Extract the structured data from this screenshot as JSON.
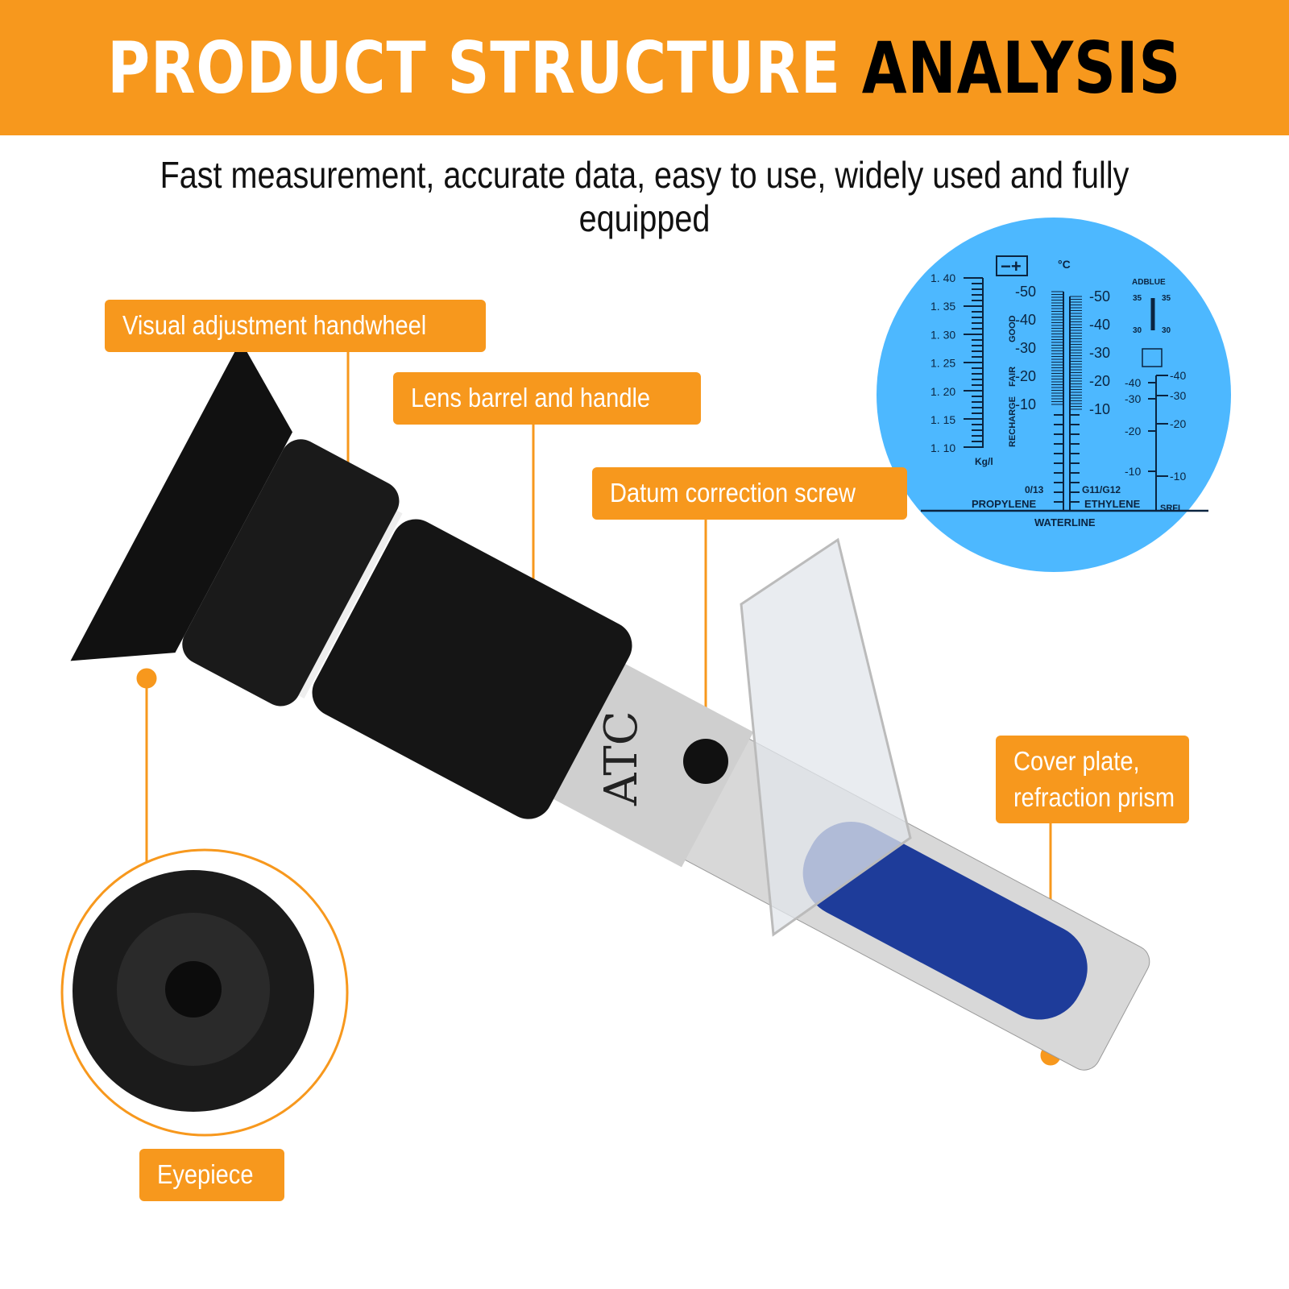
{
  "banner": {
    "title_white": "PRODUCT STRUCTURE",
    "title_black": "ANALYSIS"
  },
  "subtitle": "Fast measurement, accurate data, easy to use, widely used and fully equipped",
  "labels": {
    "handwheel": "Visual adjustment handwheel",
    "barrel": "Lens barrel and handle",
    "screw": "Datum correction screw",
    "cover_line1": "Cover plate,",
    "cover_line2": "refraction prism",
    "eyepiece": "Eyepiece"
  },
  "product_marking": "ATC",
  "scale": {
    "battery_ticks": [
      "1. 40",
      "1. 35",
      "1. 30",
      "1. 25",
      "1. 20",
      "1. 15",
      "1. 10"
    ],
    "battery_unit": "Kg/l",
    "battery_zones": [
      "GOOD",
      "FAIR",
      "RECHARGE"
    ],
    "celsius": "°C",
    "propylene_ticks": [
      "-50",
      "-40",
      "-30",
      "-20",
      "-10"
    ],
    "ethylene_ticks": [
      "-50",
      "-40",
      "-30",
      "-20",
      "-10"
    ],
    "propylene_sub": "0/13",
    "propylene": "PROPYLENE",
    "ethylene_sub": "G11/G12",
    "ethylene": "ETHYLENE",
    "adblue": "ADBLUE",
    "adblue_ticks": [
      "35",
      "35",
      "30",
      "30"
    ],
    "srfi_left": [
      "-40",
      "-30",
      "-20",
      "-10"
    ],
    "srfi_right": [
      "-40",
      "-30",
      "-20",
      "-10"
    ],
    "srfi": "SRFI",
    "waterline": "WATERLINE"
  },
  "colors": {
    "accent": "#F7981D",
    "scale_bg": "#4DB8FF",
    "prism": "#1E3C9A"
  }
}
